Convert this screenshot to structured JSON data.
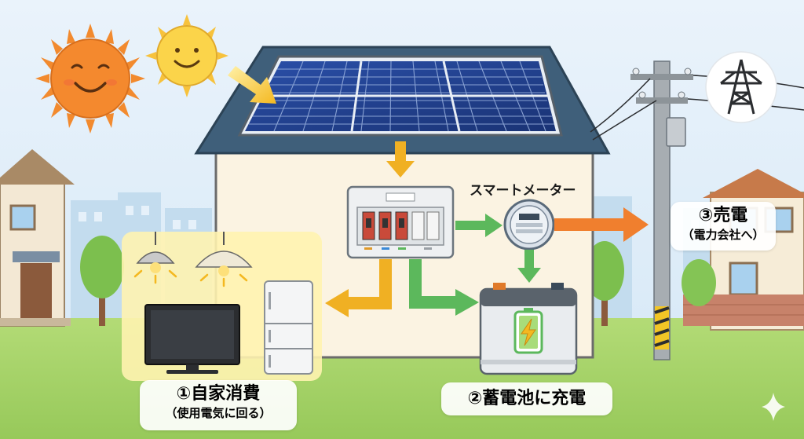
{
  "labels": {
    "smart_meter": "スマートメーター",
    "self_use": {
      "title": "①自家消費",
      "sub": "（使用電気に回る）"
    },
    "battery": {
      "title": "②蓄電池に充電"
    },
    "sell": {
      "title": "③売電",
      "sub": "（電力会社へ）"
    }
  },
  "icons": {
    "sun_large": "sun-icon",
    "sun_small": "sun-icon",
    "transmission_tower": "transmission-tower-icon",
    "battery_bolt": "lightning-icon",
    "sparkle": "sparkle-icon"
  },
  "colors": {
    "sky": "#dcecf8",
    "grass": "#a6d26a",
    "house_wall": "#fbf3e2",
    "roof": "#3f5f7a",
    "solar_panel": "#1f3c86",
    "arrow_orange_yellow": "#f0b023",
    "arrow_green": "#5cb85c",
    "arrow_sell": "#f07f2e",
    "self_use_zone": "#fff3b0"
  }
}
